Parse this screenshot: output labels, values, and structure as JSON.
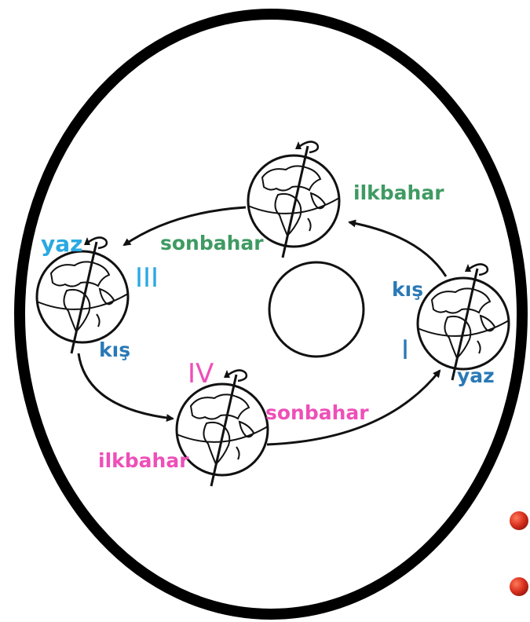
{
  "labels": {
    "top_season_right": "ilkbahar",
    "top_season_left": "sonbahar",
    "left_summer": "yaz",
    "left_roman": "III",
    "left_winter": "kış",
    "bottom_roman": "IV",
    "bottom_season_right": "sonbahar",
    "bottom_season_left": "ilkbahar",
    "right_winter": "kış",
    "right_roman": "I",
    "right_summer": "yaz"
  },
  "colors": {
    "green": "#3f9a62",
    "blue": "#2a79b6",
    "cyan": "#2aa9e3",
    "pink": "#ee4fb8",
    "marker": "#d9301f"
  }
}
